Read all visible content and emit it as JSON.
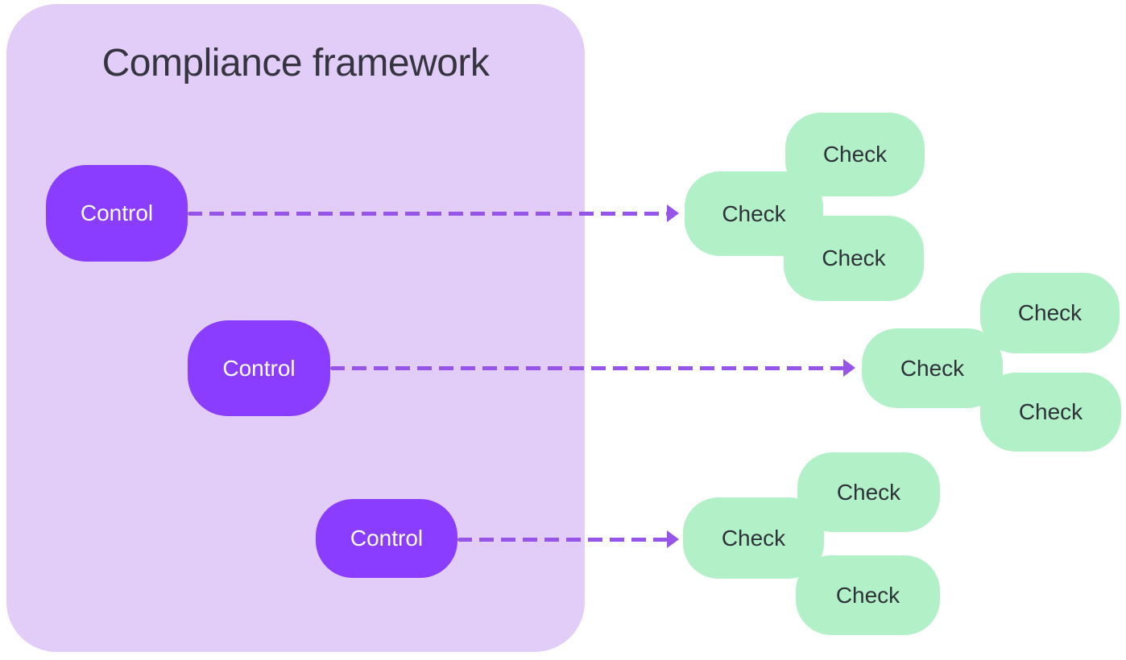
{
  "colors": {
    "background": "#ffffff",
    "framework_fill": "#e2cdf8",
    "framework_title": "#35353f",
    "control_fill": "#8b3dff",
    "control_text": "#ffffff",
    "check_fill": "#b2f1c7",
    "check_text": "#2e323a",
    "arrow": "#9655e8"
  },
  "framework": {
    "title": "Compliance framework"
  },
  "controls": [
    {
      "label": "Control"
    },
    {
      "label": "Control"
    },
    {
      "label": "Control"
    }
  ],
  "clusters": [
    {
      "checks": [
        {
          "label": "Check"
        },
        {
          "label": "Check"
        },
        {
          "label": "Check"
        }
      ]
    },
    {
      "checks": [
        {
          "label": "Check"
        },
        {
          "label": "Check"
        },
        {
          "label": "Check"
        }
      ]
    },
    {
      "checks": [
        {
          "label": "Check"
        },
        {
          "label": "Check"
        },
        {
          "label": "Check"
        }
      ]
    }
  ],
  "arrows": [
    {
      "from": "control-1",
      "to": "check-cluster-1",
      "style": "dashed"
    },
    {
      "from": "control-2",
      "to": "check-cluster-2",
      "style": "dashed"
    },
    {
      "from": "control-3",
      "to": "check-cluster-3",
      "style": "dashed"
    }
  ]
}
